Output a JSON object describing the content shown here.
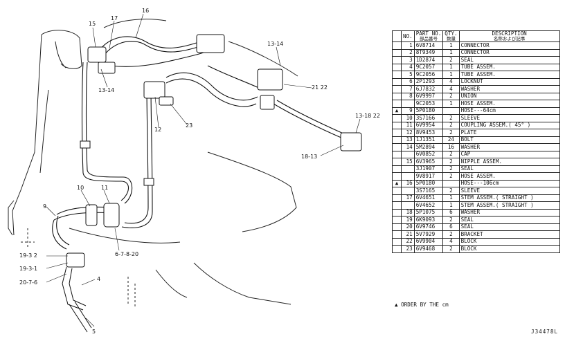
{
  "callouts": [
    "16",
    "17",
    "15",
    "13-14",
    "13-14",
    "21 22",
    "13-18 22",
    "18-13",
    "12",
    "23",
    "10",
    "11",
    "9",
    "6-7-8-20",
    "19-3 2",
    "19-3-1",
    "20-7-6",
    "4",
    "5"
  ],
  "table": {
    "header": {
      "no": "NO.",
      "part_no": "PART NO.",
      "part_no_jp": "部品番号",
      "qty": "QTY.",
      "qty_jp": "数量",
      "description": "DESCRIPTION",
      "description_jp": "名称および記事"
    },
    "rows": [
      {
        "mark": "",
        "no": "1",
        "part": "6V8714",
        "qty": "1",
        "desc": "CONNECTOR"
      },
      {
        "mark": "",
        "no": "2",
        "part": "8T9349",
        "qty": "1",
        "desc": "CONNECTOR"
      },
      {
        "mark": "",
        "no": "3",
        "part": "1D2874",
        "qty": "2",
        "desc": "SEAL"
      },
      {
        "mark": "",
        "no": "4",
        "part": "9C2057",
        "qty": "1",
        "desc": "TUBE ASSEM."
      },
      {
        "mark": "",
        "no": "5",
        "part": "9C2056",
        "qty": "1",
        "desc": "TUBE ASSEM."
      },
      {
        "mark": "",
        "no": "6",
        "part": "2P1293",
        "qty": "4",
        "desc": "LOCKNUT"
      },
      {
        "mark": "",
        "no": "7",
        "part": "6J7832",
        "qty": "4",
        "desc": "WASHER"
      },
      {
        "mark": "",
        "no": "8",
        "part": "6V9997",
        "qty": "2",
        "desc": "UNION"
      },
      {
        "mark": "",
        "no": "",
        "part": "9C2053",
        "qty": "1",
        "desc": "HOSE ASSEM."
      },
      {
        "mark": "▲",
        "no": "9",
        "part": "5P0180",
        "qty": "",
        "desc": "HOSE---64cm"
      },
      {
        "mark": "",
        "no": "10",
        "part": "3S7166",
        "qty": "2",
        "desc": "SLEEVE"
      },
      {
        "mark": "",
        "no": "11",
        "part": "6V9954",
        "qty": "2",
        "desc": "COUPLING ASSEM.( 45° )"
      },
      {
        "mark": "",
        "no": "12",
        "part": "8V9453",
        "qty": "2",
        "desc": "PLATE"
      },
      {
        "mark": "",
        "no": "13",
        "part": "1J1351",
        "qty": "24",
        "desc": "BOLT"
      },
      {
        "mark": "",
        "no": "14",
        "part": "5M2894",
        "qty": "16",
        "desc": "WASHER"
      },
      {
        "mark": "",
        "no": "",
        "part": "6V0852",
        "qty": "2",
        "desc": "CAP"
      },
      {
        "mark": "",
        "no": "15",
        "part": "6V3965",
        "qty": "2",
        "desc": "NIPPLE ASSEM."
      },
      {
        "mark": "",
        "no": "",
        "part": "3J1907",
        "qty": "2",
        "desc": "SEAL"
      },
      {
        "mark": "",
        "no": "",
        "part": "9V8917",
        "qty": "2",
        "desc": "HOSE ASSEM."
      },
      {
        "mark": "▲",
        "no": "16",
        "part": "5P0180",
        "qty": "",
        "desc": "HOSE---106cm"
      },
      {
        "mark": "",
        "no": "",
        "part": "3S7165",
        "qty": "2",
        "desc": "SLEEVE"
      },
      {
        "mark": "",
        "no": "17",
        "part": "6V4651",
        "qty": "1",
        "desc": "STEM ASSEM.( STRAIGHT )"
      },
      {
        "mark": "",
        "no": "",
        "part": "6V4652",
        "qty": "1",
        "desc": "STEM ASSEM.( STRAIGHT )"
      },
      {
        "mark": "",
        "no": "18",
        "part": "5P1075",
        "qty": "6",
        "desc": "WASHER"
      },
      {
        "mark": "",
        "no": "19",
        "part": "6K9093",
        "qty": "2",
        "desc": "SEAL"
      },
      {
        "mark": "",
        "no": "20",
        "part": "6V9746",
        "qty": "6",
        "desc": "SEAL"
      },
      {
        "mark": "",
        "no": "21",
        "part": "5V7929",
        "qty": "2",
        "desc": "BRACKET"
      },
      {
        "mark": "",
        "no": "22",
        "part": "6V9904",
        "qty": "4",
        "desc": "BLOCK"
      },
      {
        "mark": "",
        "no": "23",
        "part": "6V9468",
        "qty": "2",
        "desc": "BLOCK"
      }
    ]
  },
  "footnote": "▲ ORDER BY THE cm",
  "drawing_code": "J34478L"
}
